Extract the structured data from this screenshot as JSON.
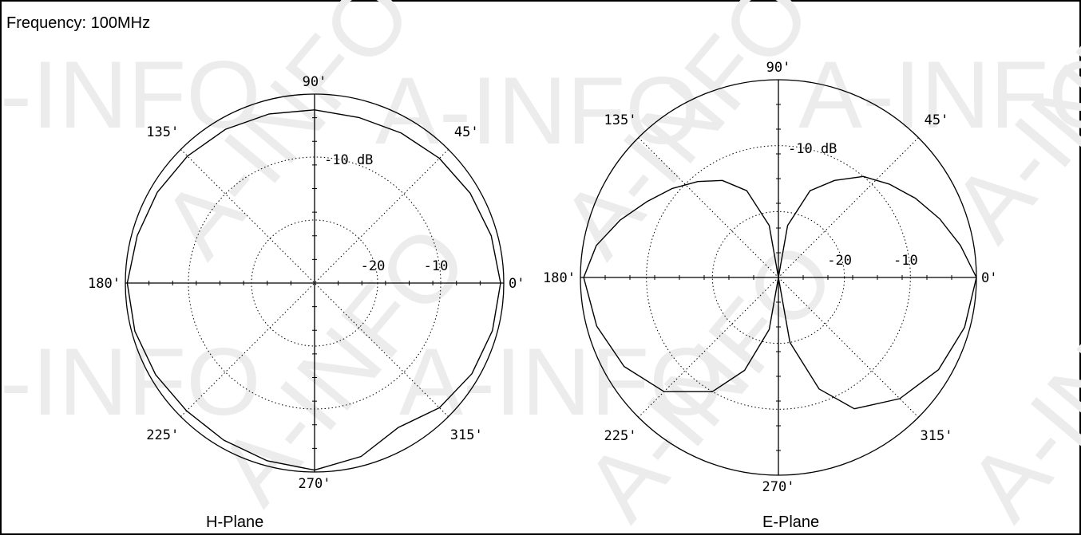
{
  "page": {
    "frequency_label": "Frequency: 100MHz",
    "watermark_text": "A-INFO",
    "colors": {
      "line": "#000000",
      "watermark": "#ececec",
      "background": "#ffffff"
    }
  },
  "chart_data": [
    {
      "type": "polar-line",
      "title": "H-Plane",
      "angle_labels": [
        "0'",
        "45'",
        "90'",
        "135'",
        "180'",
        "225'",
        "270'",
        "315'"
      ],
      "radial_labels": [
        "-20",
        "-10"
      ],
      "db_label": "-10 dB",
      "rlim_db": [
        -30,
        0
      ],
      "grid_circles_db": [
        -20,
        -10,
        0
      ],
      "series": [
        {
          "points": [
            [
              0,
              -0.5
            ],
            [
              15,
              -1
            ],
            [
              30,
              -1.5
            ],
            [
              45,
              -2
            ],
            [
              60,
              -2.5
            ],
            [
              75,
              -2.8
            ],
            [
              90,
              -2.5
            ],
            [
              105,
              -2.2
            ],
            [
              120,
              -1.8
            ],
            [
              135,
              -1.5
            ],
            [
              150,
              -1.2
            ],
            [
              165,
              -0.9
            ],
            [
              180,
              -0.3
            ],
            [
              195,
              -0.5
            ],
            [
              210,
              -0.9
            ],
            [
              225,
              -1.3
            ],
            [
              240,
              -1.2
            ],
            [
              255,
              -0.8
            ],
            [
              270,
              -0.3
            ],
            [
              285,
              -1.5
            ],
            [
              300,
              -3.5
            ],
            [
              315,
              -2
            ],
            [
              330,
              -1.2
            ],
            [
              345,
              -0.8
            ],
            [
              360,
              -0.5
            ]
          ]
        }
      ]
    },
    {
      "type": "polar-line",
      "title": "E-Plane",
      "angle_labels": [
        "0'",
        "45'",
        "90'",
        "135'",
        "180'",
        "225'",
        "270'",
        "315'"
      ],
      "radial_labels": [
        "-20",
        "-10"
      ],
      "db_label": "-10 dB",
      "rlim_db": [
        -30,
        0
      ],
      "grid_circles_db": [
        -20,
        -10,
        0
      ],
      "series": [
        {
          "points": [
            [
              0,
              0
            ],
            [
              10,
              -2
            ],
            [
              20,
              -4
            ],
            [
              30,
              -6
            ],
            [
              40,
              -8
            ],
            [
              50,
              -10
            ],
            [
              60,
              -13
            ],
            [
              70,
              -16
            ],
            [
              80,
              -22
            ],
            [
              90,
              -30
            ],
            [
              100,
              -22
            ],
            [
              110,
              -16
            ],
            [
              120,
              -13
            ],
            [
              130,
              -11
            ],
            [
              140,
              -9
            ],
            [
              150,
              -7
            ],
            [
              160,
              -4.5
            ],
            [
              170,
              -2
            ],
            [
              180,
              -0.5
            ],
            [
              195,
              -1.5
            ],
            [
              210,
              -3
            ],
            [
              225,
              -5.5
            ],
            [
              240,
              -10
            ],
            [
              250,
              -15
            ],
            [
              260,
              -22
            ],
            [
              270,
              -30
            ],
            [
              280,
              -20
            ],
            [
              290,
              -12
            ],
            [
              300,
              -7
            ],
            [
              315,
              -4
            ],
            [
              330,
              -2
            ],
            [
              345,
              -0.8
            ],
            [
              360,
              0
            ]
          ]
        }
      ]
    }
  ]
}
